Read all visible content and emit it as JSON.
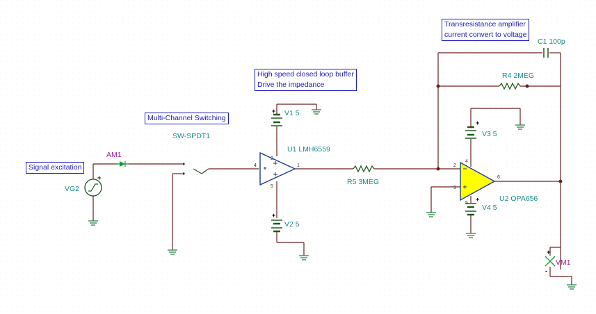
{
  "notes": {
    "signal": "Signal excitation",
    "switching": "Multi-Channel Switching",
    "buffer_line1": "High speed closed loop buffer",
    "buffer_line2": "Drive the impedance",
    "tia_line1": "Transresistance amplifier",
    "tia_line2": "current convert to voltage"
  },
  "components": {
    "vg2": "VG2",
    "am1": "AM1",
    "sw": "SW-SPDT1",
    "v1": "V1 5",
    "v2": "V2 5",
    "u1": "U1 LMH6559",
    "r5": "R5 3MEG",
    "c1": "C1 100p",
    "r4": "R4 2MEG",
    "v3": "V3 5",
    "v4": "V4 5",
    "u2": "U2 OPA656",
    "vm1": "VM1"
  },
  "pins": {
    "u1_in": "4",
    "u1_out": "1",
    "u1_top": "2",
    "u1_bot": "5",
    "u2_inv": "2",
    "u2_noninv": "3",
    "u2_out": "6",
    "u2_top": "4",
    "u2_bot": "5"
  },
  "colors": {
    "wire": "#6b1f1f",
    "component": "#1c5a1c",
    "label": "#1a8a8a",
    "meter_label": "#9a1a9a",
    "note": "#1a1ac0",
    "opamp_fill": "#ffff00"
  }
}
